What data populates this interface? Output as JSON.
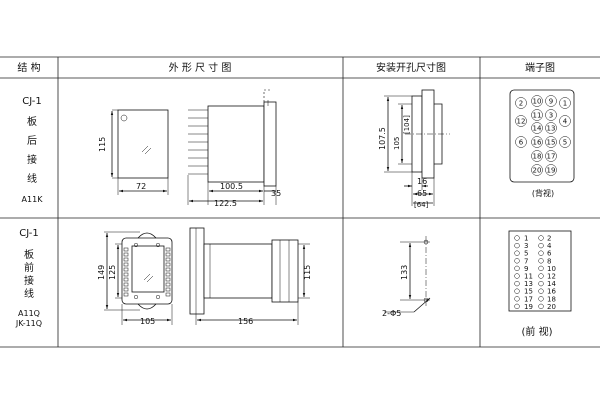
{
  "header": {
    "col_structure": "结 构",
    "col_outline": "外 形 尺 寸 图",
    "col_cutout": "安装开孔尺寸图",
    "col_terminal": "端子图"
  },
  "row1": {
    "model": "CJ-1",
    "mount_1": "板",
    "mount_2": "后",
    "mount_3": "接",
    "mount_4": "线",
    "code": "A11K",
    "dims": {
      "h115": "115",
      "w72": "72",
      "d100_5": "100.5",
      "d35": "35",
      "d122_5": "122.5"
    },
    "cutout": {
      "h107_5": "107.5",
      "h105": "105",
      "h104": "[104]",
      "w16": "16",
      "w65": "65",
      "w64": "[64]"
    },
    "terminal_numbers": [
      "2",
      "10",
      "9",
      "1",
      "12",
      "11",
      "4",
      "14",
      "13",
      "3",
      "16",
      "15",
      "6",
      "18",
      "17",
      "5",
      "20",
      "19"
    ],
    "terminal_caption": "(背视)"
  },
  "row2": {
    "model": "CJ-1",
    "mount_1": "板",
    "mount_2": "前",
    "mount_3": "接",
    "mount_4": "线",
    "code_1": "A11Q",
    "code_2": "JK-11Q",
    "dims": {
      "h149": "149",
      "h125": "125",
      "w105": "105",
      "d156": "156",
      "h115": "115"
    },
    "cutout": {
      "h133": "133",
      "hole": "2-Φ5"
    },
    "terminal_left": [
      "1",
      "3",
      "5",
      "7",
      "9",
      "11",
      "13",
      "15",
      "17",
      "19"
    ],
    "terminal_right": [
      "2",
      "4",
      "6",
      "8",
      "10",
      "12",
      "14",
      "16",
      "18",
      "20"
    ],
    "terminal_caption": "(前 视)"
  }
}
